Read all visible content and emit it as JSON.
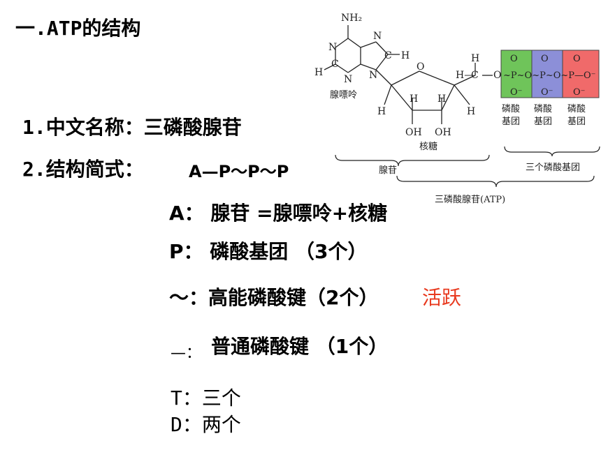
{
  "slide": {
    "title": "一.ATP的结构",
    "line1": "1.中文名称：三磷酸腺苷",
    "line2_label": "2.结构简式：",
    "line2_formula": "A—P～P～P",
    "a_line": "A：  腺苷 =腺嘌呤+核糖",
    "p_line": "P：  磷酸基团  （3个）",
    "high_bond_line": "～：高能磷酸键（2个）",
    "active_label": "活跃",
    "active_color": "#e8391e",
    "normal_bond_prefix": "—：",
    "normal_bond_text": "普通磷酸键  （1个）",
    "t_line": "T：三个",
    "d_line": "D：两个"
  },
  "diagram": {
    "nh2": "NH₂",
    "adenine_label": "腺嘌呤",
    "ribose_label": "核糖",
    "oh1": "OH",
    "oh2": "OH",
    "phosphate_label_top": "磷酸",
    "phosphate_label_bottom": "基团",
    "adenosine_label": "腺苷",
    "three_phosphate_label": "三个磷酸基团",
    "atp_label": "三磷酸腺苷(ATP)",
    "phosphate_colors": [
      "#6fc45a",
      "#8c8fd8",
      "#f06a6a"
    ]
  }
}
